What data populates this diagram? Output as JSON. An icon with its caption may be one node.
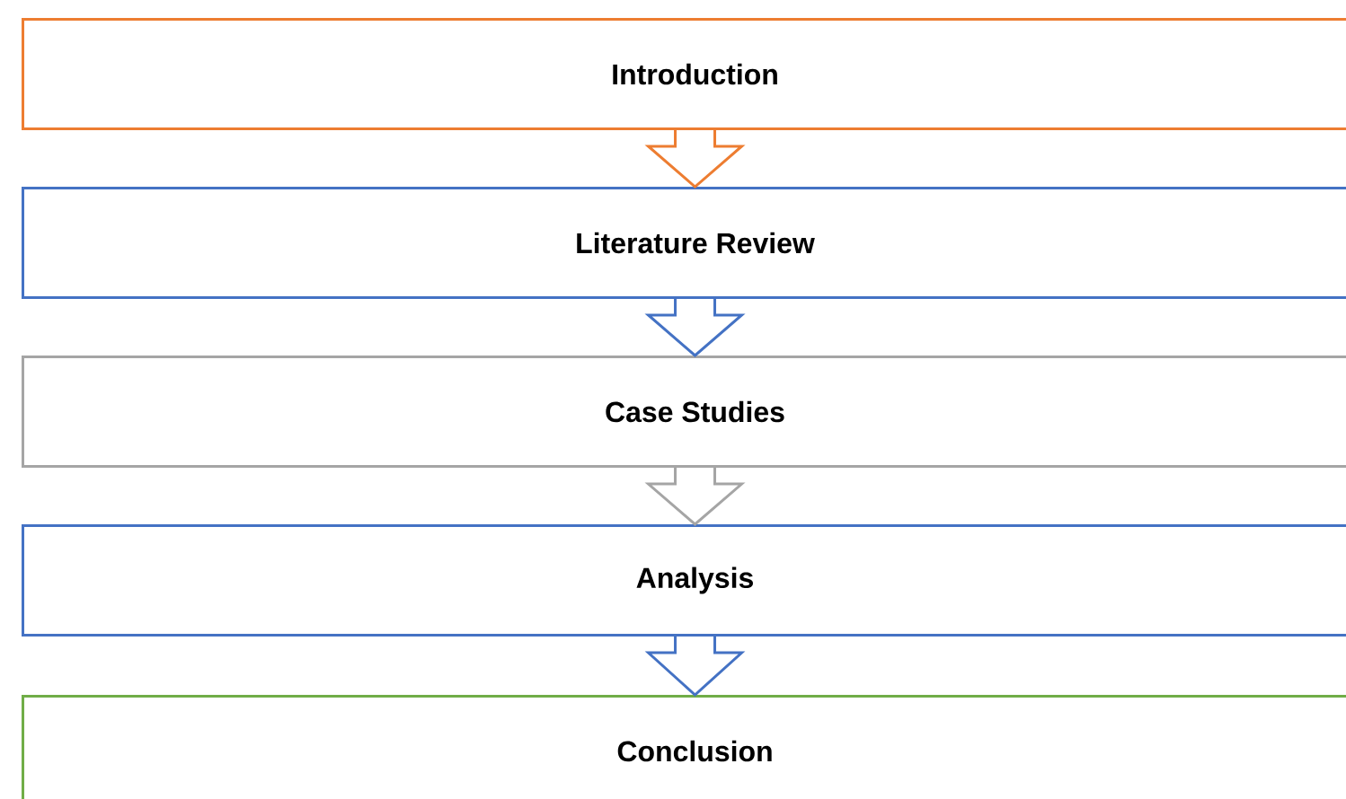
{
  "diagram": {
    "nodes": [
      {
        "text": [
          "Introduction"
        ]
      },
      {
        "text": [
          "Literature Review"
        ]
      },
      {
        "text": [
          "Case Studies"
        ]
      },
      {
        "text": [
          "Analysis"
        ]
      },
      {
        "text": [
          "Conclusion"
        ]
      }
    ],
    "edges": [
      {
        "from": 0,
        "to": 1,
        "arrow": "to",
        "color": "#ed7d31"
      },
      {
        "from": 1,
        "to": 2,
        "arrow": "to"
      },
      {
        "from": 2,
        "to": 3,
        "arrow": "to",
        "color": "#a5a5a5"
      },
      {
        "from": 3,
        "to": 4,
        "arrow": "to"
      }
    ]
  }
}
